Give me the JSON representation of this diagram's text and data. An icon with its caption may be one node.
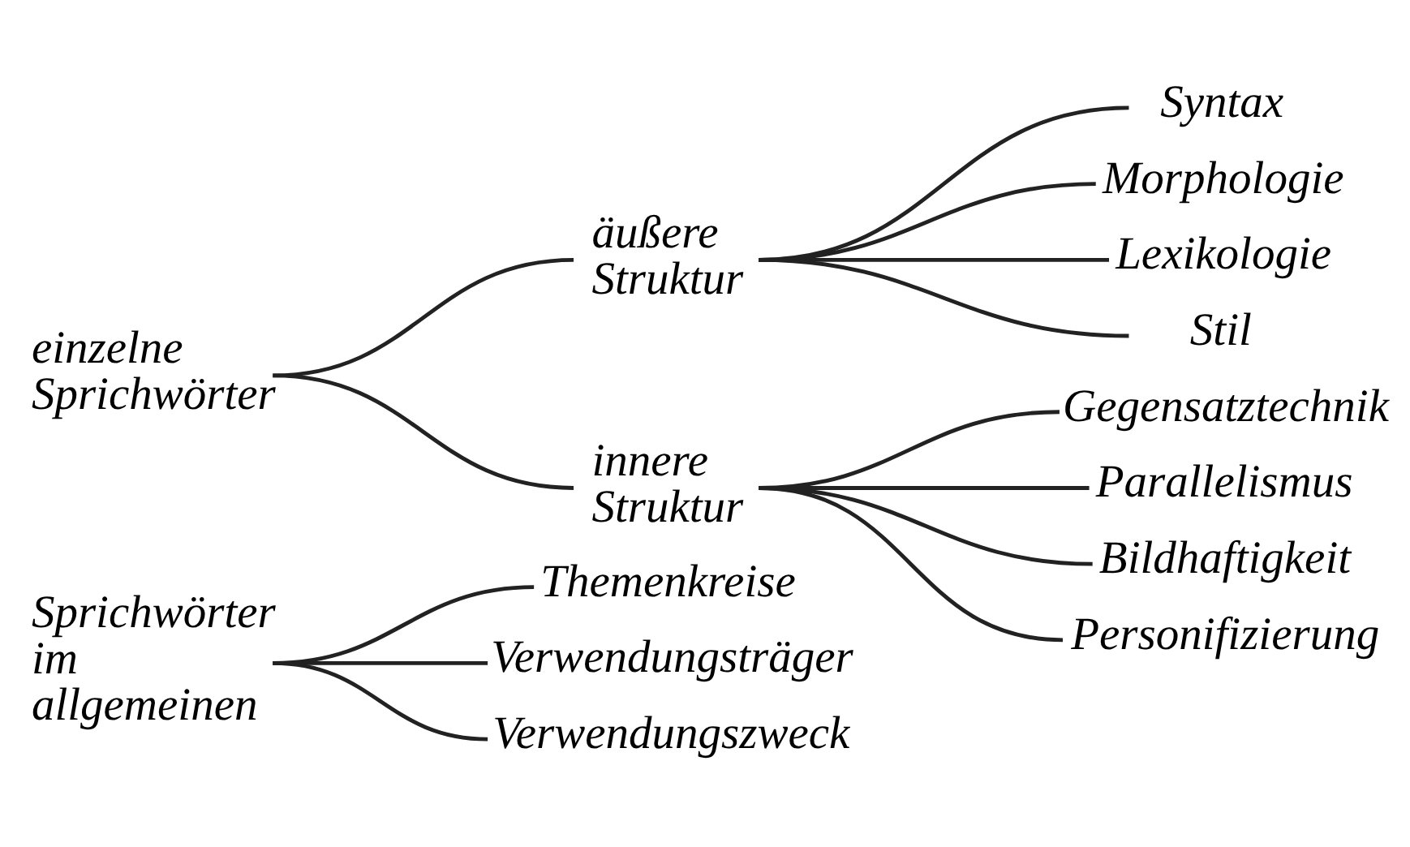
{
  "diagram": {
    "nodes": [
      {
        "text": [
          "Sprichwörter im allgemeinen"
        ]
      },
      {
        "text": [
          "Themenkreise"
        ]
      },
      {
        "text": [
          "Verwendungsträger"
        ]
      },
      {
        "text": [
          "Verwendungszweck"
        ]
      },
      {
        "text": [
          "einzelne Sprichwörter"
        ]
      },
      {
        "text": [
          "äußere Struktur"
        ]
      },
      {
        "text": [
          "Syntax"
        ]
      },
      {
        "text": [
          "Morphologie"
        ]
      },
      {
        "text": [
          "Lexikologie"
        ]
      },
      {
        "text": [
          "Stil"
        ]
      },
      {
        "text": [
          "innere Struktur"
        ]
      },
      {
        "text": [
          "Gegensatztechnik"
        ]
      },
      {
        "text": [
          "Parallelismus"
        ]
      },
      {
        "text": [
          "Bildhaftigkeit"
        ]
      },
      {
        "text": [
          "Personifizierung"
        ]
      }
    ],
    "edges": [
      {
        "from": 0,
        "to": 1,
        "arrow": "none"
      },
      {
        "from": 0,
        "to": 2,
        "arrow": "none"
      },
      {
        "from": 0,
        "to": 3,
        "arrow": "none"
      },
      {
        "from": 4,
        "to": 5,
        "arrow": "none"
      },
      {
        "from": 4,
        "to": 10,
        "arrow": "none"
      },
      {
        "from": 5,
        "to": 6,
        "arrow": "none"
      },
      {
        "from": 5,
        "to": 7,
        "arrow": "none"
      },
      {
        "from": 5,
        "to": 8,
        "arrow": "none"
      },
      {
        "from": 5,
        "to": 9,
        "arrow": "none"
      },
      {
        "from": 10,
        "to": 11,
        "arrow": "none"
      },
      {
        "from": 10,
        "to": 12,
        "arrow": "none"
      },
      {
        "from": 10,
        "to": 13,
        "arrow": "none"
      },
      {
        "from": 10,
        "to": 14,
        "arrow": "none"
      }
    ]
  }
}
